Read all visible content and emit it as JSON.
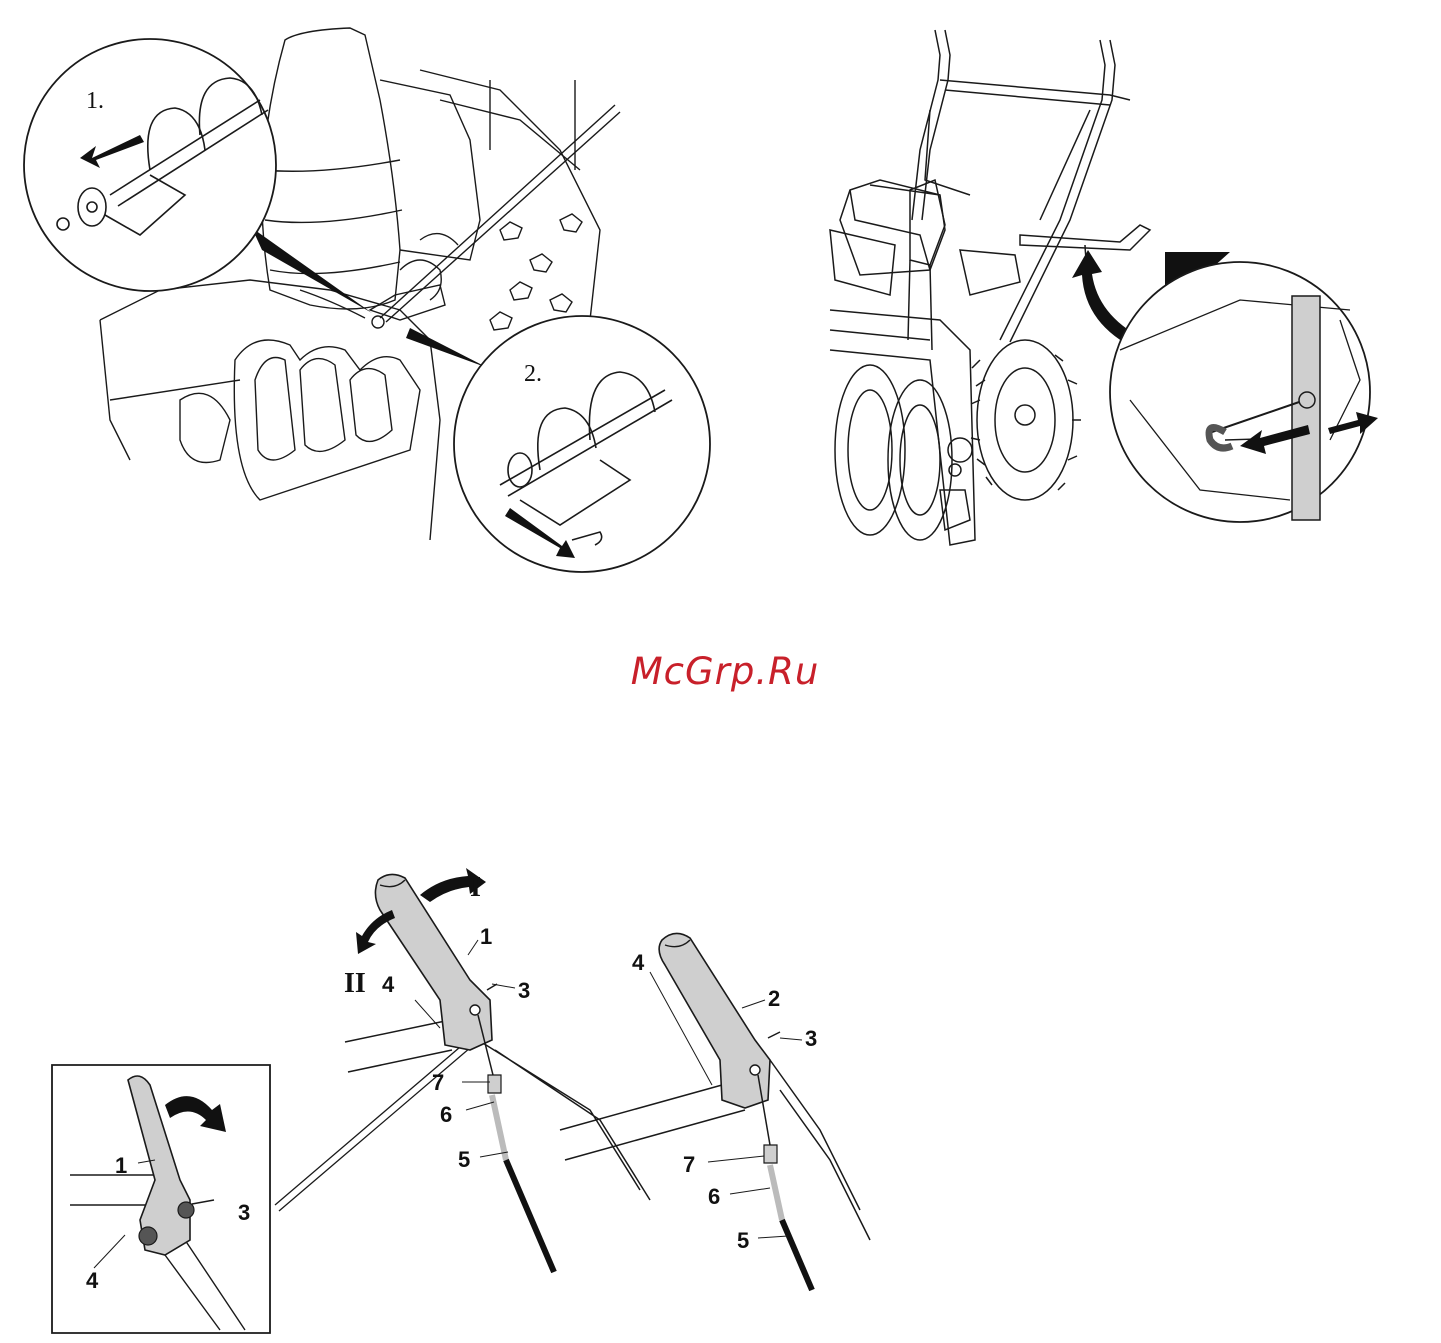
{
  "watermark": {
    "text": "McGrp.Ru",
    "color": "#c8202a"
  },
  "figure_top_left": {
    "steps": {
      "step1": "1.",
      "step2": "2."
    }
  },
  "figure_bottom": {
    "roman_labels": {
      "pos_one": "I",
      "pos_two": "II"
    },
    "left_handle_labels": {
      "l1": "1",
      "l3": "3",
      "l4": "4",
      "l7": "7",
      "l6": "6",
      "l5": "5"
    },
    "right_handle_labels": {
      "l4": "4",
      "l2": "2",
      "l3": "3",
      "l7": "7",
      "l6": "6",
      "l5": "5"
    },
    "inset_labels": {
      "l1": "1",
      "l3": "3",
      "l4": "4"
    }
  },
  "colors": {
    "line": "#1a1a1a",
    "lever_fill": "#cfcfcf",
    "arrow_fill": "#111111"
  }
}
